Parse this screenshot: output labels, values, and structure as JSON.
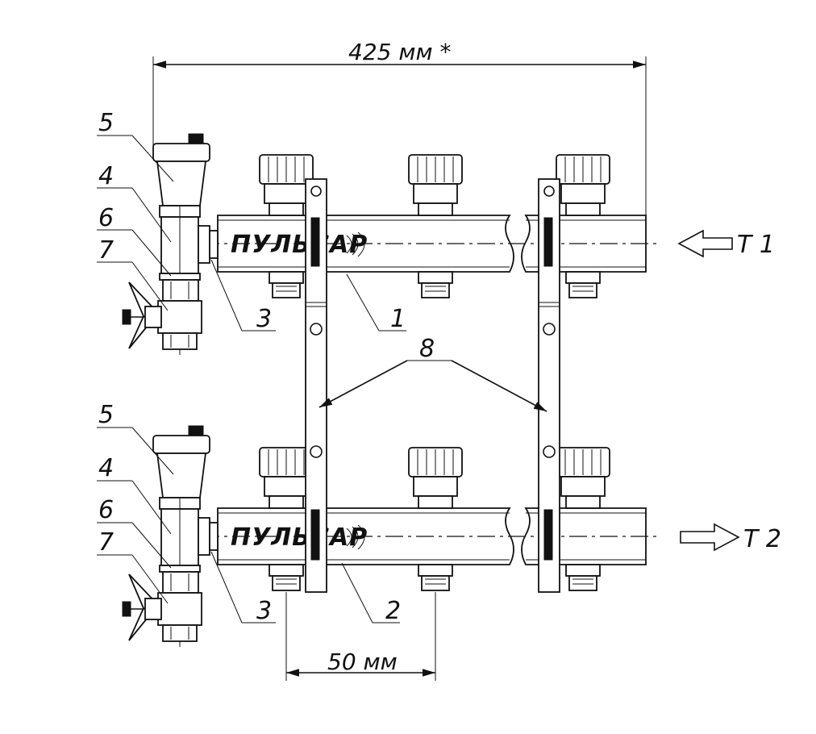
{
  "dimensions": {
    "overall_width": "425 мм *",
    "spacing": "50 мм"
  },
  "flow_labels": {
    "supply": "T 1",
    "return": "T 2"
  },
  "brand": {
    "logo_text": "ПУЛЬСАР"
  },
  "callouts": {
    "top": {
      "air_vent": "5",
      "tee": "4",
      "gasket": "6",
      "drain_valve": "7",
      "adapter": "3",
      "manifold": "1"
    },
    "bottom": {
      "air_vent": "5",
      "tee": "4",
      "gasket": "6",
      "drain_valve": "7",
      "adapter": "3",
      "manifold": "2"
    },
    "bracket": "8"
  }
}
